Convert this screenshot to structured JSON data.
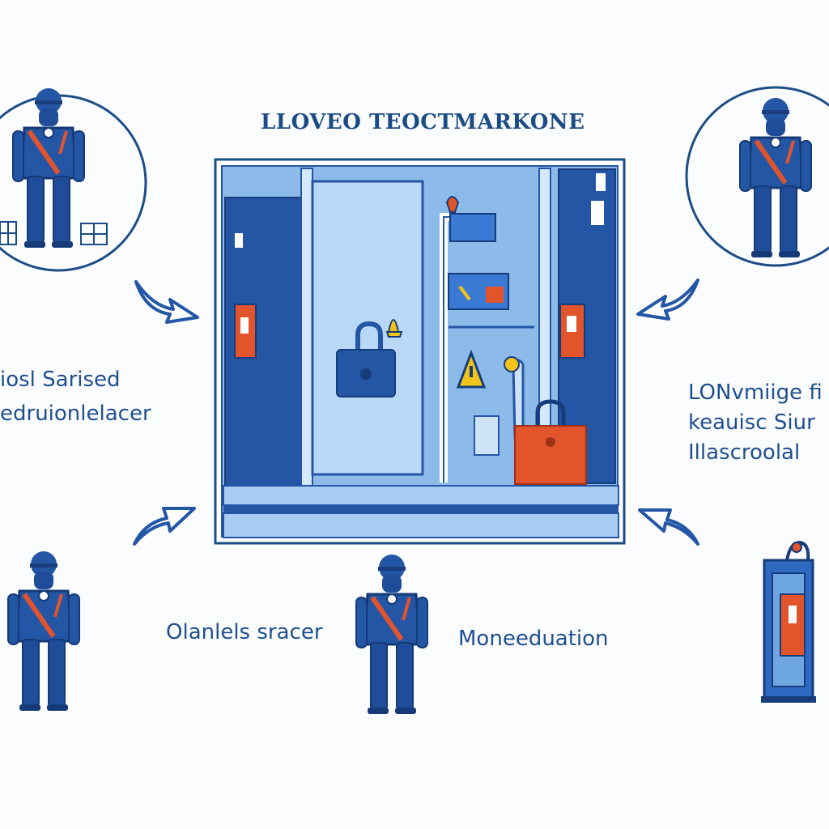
{
  "diagram": {
    "title": "LLOVEO TEOCTMARKONE",
    "labels": {
      "left": [
        "iosl Sarised",
        "edruionlelacer"
      ],
      "right": [
        "LONvmiige fi",
        "keauisc Siur",
        "Illascroolal"
      ],
      "bottom_left": "Olanlels sracer",
      "bottom_right": "Moneeduation"
    },
    "icons": [
      "worker-top-left-icon",
      "worker-top-right-icon",
      "worker-bottom-left-icon",
      "worker-bottom-center-icon",
      "lockout-station-icon",
      "padlock-icon",
      "hazard-warning-icon",
      "arrow-icon"
    ]
  },
  "colors": {
    "primary_blue": "#2456a6",
    "dark_blue": "#1b3f7e",
    "light_blue": "#a9cdf2",
    "mid_blue": "#6ea6e2",
    "accent_orange": "#e2542b",
    "warning_yellow": "#f3c319",
    "text_blue": "#1f4f8f",
    "background": "#fbfcfd"
  }
}
